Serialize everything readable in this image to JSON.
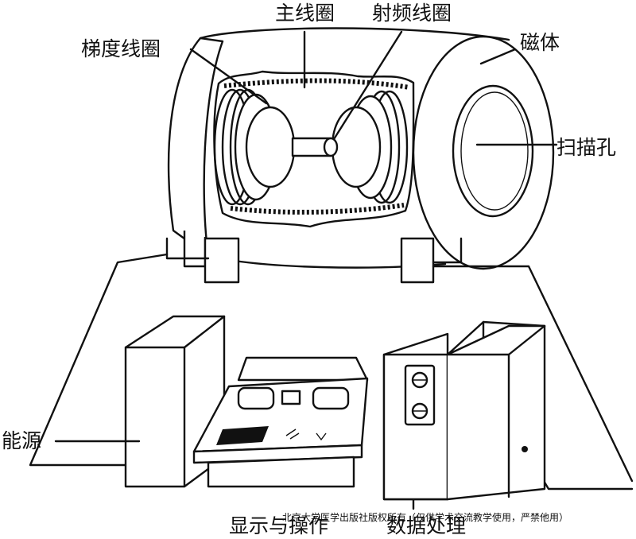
{
  "labels": {
    "main_coil": "主线圈",
    "rf_coil": "射频线圈",
    "gradient_coil": "梯度线圈",
    "magnet": "磁体",
    "scan_hole": "扫描孔",
    "power": "能源",
    "display_operation": "显示与操作",
    "data_processing": "数据处理"
  },
  "copyright": "北京大学医学出版社版权所有（仅供学术交流教学使用，严禁他用）",
  "colors": {
    "line": "#111111",
    "background": "#ffffff"
  }
}
